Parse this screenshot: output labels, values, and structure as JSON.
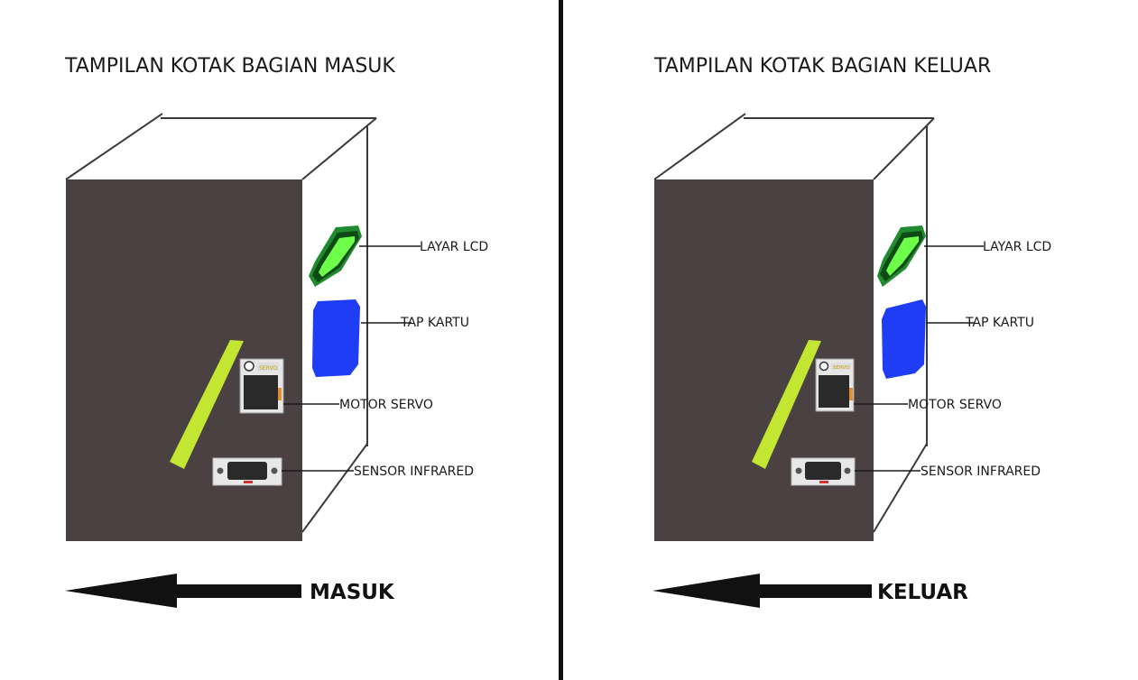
{
  "panels": [
    {
      "title": "TAMPILAN KOTAK BAGIAN MASUK",
      "labels": {
        "lcd": "LAYAR LCD",
        "tap": "TAP KARTU",
        "servo": "MOTOR SERVO",
        "sensor": "SENSOR INFRARED"
      },
      "direction": "MASUK",
      "servo_sticker": "SERVO"
    },
    {
      "title": "TAMPILAN KOTAK BAGIAN KELUAR",
      "labels": {
        "lcd": "LAYAR LCD",
        "tap": "TAP KARTU",
        "servo": "MOTOR SERVO",
        "sensor": "SENSOR INFRARED"
      },
      "direction": "KELUAR",
      "servo_sticker": "SERVO"
    }
  ],
  "colors": {
    "box_front": "#4a4142",
    "lcd_frame": "#1f8a2e",
    "lcd_screen": "#6dff4a",
    "card_reader": "#1f3df5",
    "barrier_arm": "#c3e633",
    "divider": "#111111"
  }
}
